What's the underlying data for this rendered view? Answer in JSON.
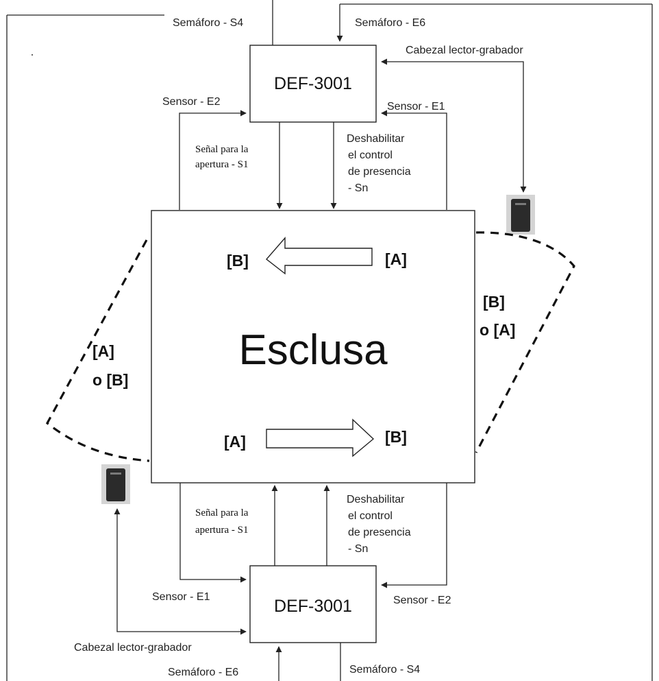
{
  "labels": {
    "top_semaforo_s4": "Semáforo - S4",
    "top_semaforo_e6": "Semáforo - E6",
    "top_cabezal": "Cabezal lector-grabador",
    "top_device": "DEF-3001",
    "top_sensor_e2": "Sensor - E2",
    "top_sensor_e1": "Sensor - E1",
    "top_senal_line1": "Señal para la",
    "top_senal_line2": "apertura - S1",
    "top_desh_line1": "Deshabilitar",
    "top_desh_line2": "el control",
    "top_desh_line3": "de presencia",
    "top_desh_line4": "- Sn",
    "main_title": "Esclusa",
    "arrow_top_left": "[B]",
    "arrow_top_right": "[A]",
    "arrow_bottom_left": "[A]",
    "arrow_bottom_right": "[B]",
    "right_door_line1": "[B]",
    "right_door_line2": "o [A]",
    "left_door_line1": "[A]",
    "left_door_line2": "o [B]",
    "bottom_senal_line1": "Señal para la",
    "bottom_senal_line2": "apertura - S1",
    "bottom_desh_line1": "Deshabilitar",
    "bottom_desh_line2": "el control",
    "bottom_desh_line3": "de presencia",
    "bottom_desh_line4": "- Sn",
    "bottom_sensor_e1": "Sensor - E1",
    "bottom_sensor_e2": "Sensor - E2",
    "bottom_device": "DEF-3001",
    "bottom_cabezal": "Cabezal lector-grabador",
    "bottom_semaforo_e6": "Semáforo - E6",
    "bottom_semaforo_s4": "Semáforo - S4"
  },
  "icons": {
    "reader_top_right": "card-reader-icon",
    "reader_bottom_left": "card-reader-icon"
  },
  "colors": {
    "line": "#222222",
    "reader_body": "#2b2b2b",
    "reader_shadow": "#bdbdbd"
  }
}
